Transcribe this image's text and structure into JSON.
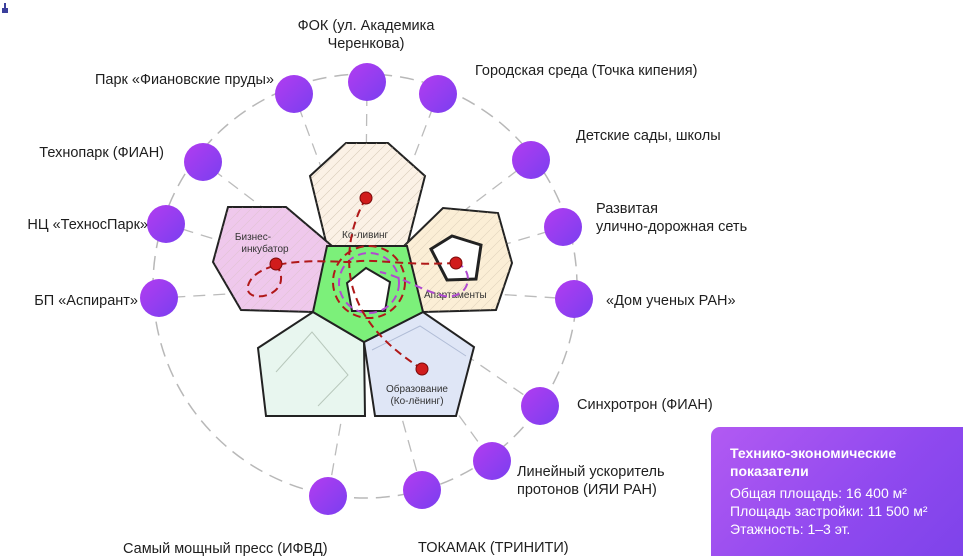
{
  "labels": {
    "fok": "ФОК (ул. Академика\nЧеренкова)",
    "city": "Городская среда (Точка кипения)",
    "kindergarten": "Детские сады, школы",
    "roads": "Развитая\nулично-дорожная сеть",
    "house": "«Дом ученых РАН»",
    "synchrotron": "Синхротрон (ФИАН)",
    "accelerator": "Линейный ускоритель\nпротонов (ИЯИ РАН)",
    "tokamak": "ТОКАМАК (ТРИНИТИ)",
    "press": "Самый мощный пресс (ИФВД)",
    "aspirant": "БП «Аспирант»",
    "technos": "НЦ «ТехносПарк»",
    "technopark": "Технопарк (ФИАН)",
    "park": "Парк «Фиановские пруды»"
  },
  "zones": {
    "coliving": "Ко-ливинг",
    "business_1": "Бизнес-",
    "business_2": "инкубатор",
    "apartments": "Апартаменты",
    "education_1": "Образование",
    "education_2": "(Ко-лёнинг)"
  },
  "tep": {
    "title": "Технико-экономические показатели",
    "total_area": "Общая площадь: 16 400 м²",
    "built_area": "Площадь застройки: 11 500 м²",
    "floors": "Этажность: 1–3 эт."
  },
  "colors": {
    "node_gradient_start": "#b23cf0",
    "node_gradient_end": "#7a3ff0",
    "center": "#7cf07a",
    "coliving": "#fbf1e6",
    "business": "#efc8ec",
    "apartments": "#fbeed6",
    "education": "#dfe6f6",
    "lower_left": "#e8f6ef",
    "path_red": "#b01818",
    "path_purple": "#b04ad0"
  }
}
